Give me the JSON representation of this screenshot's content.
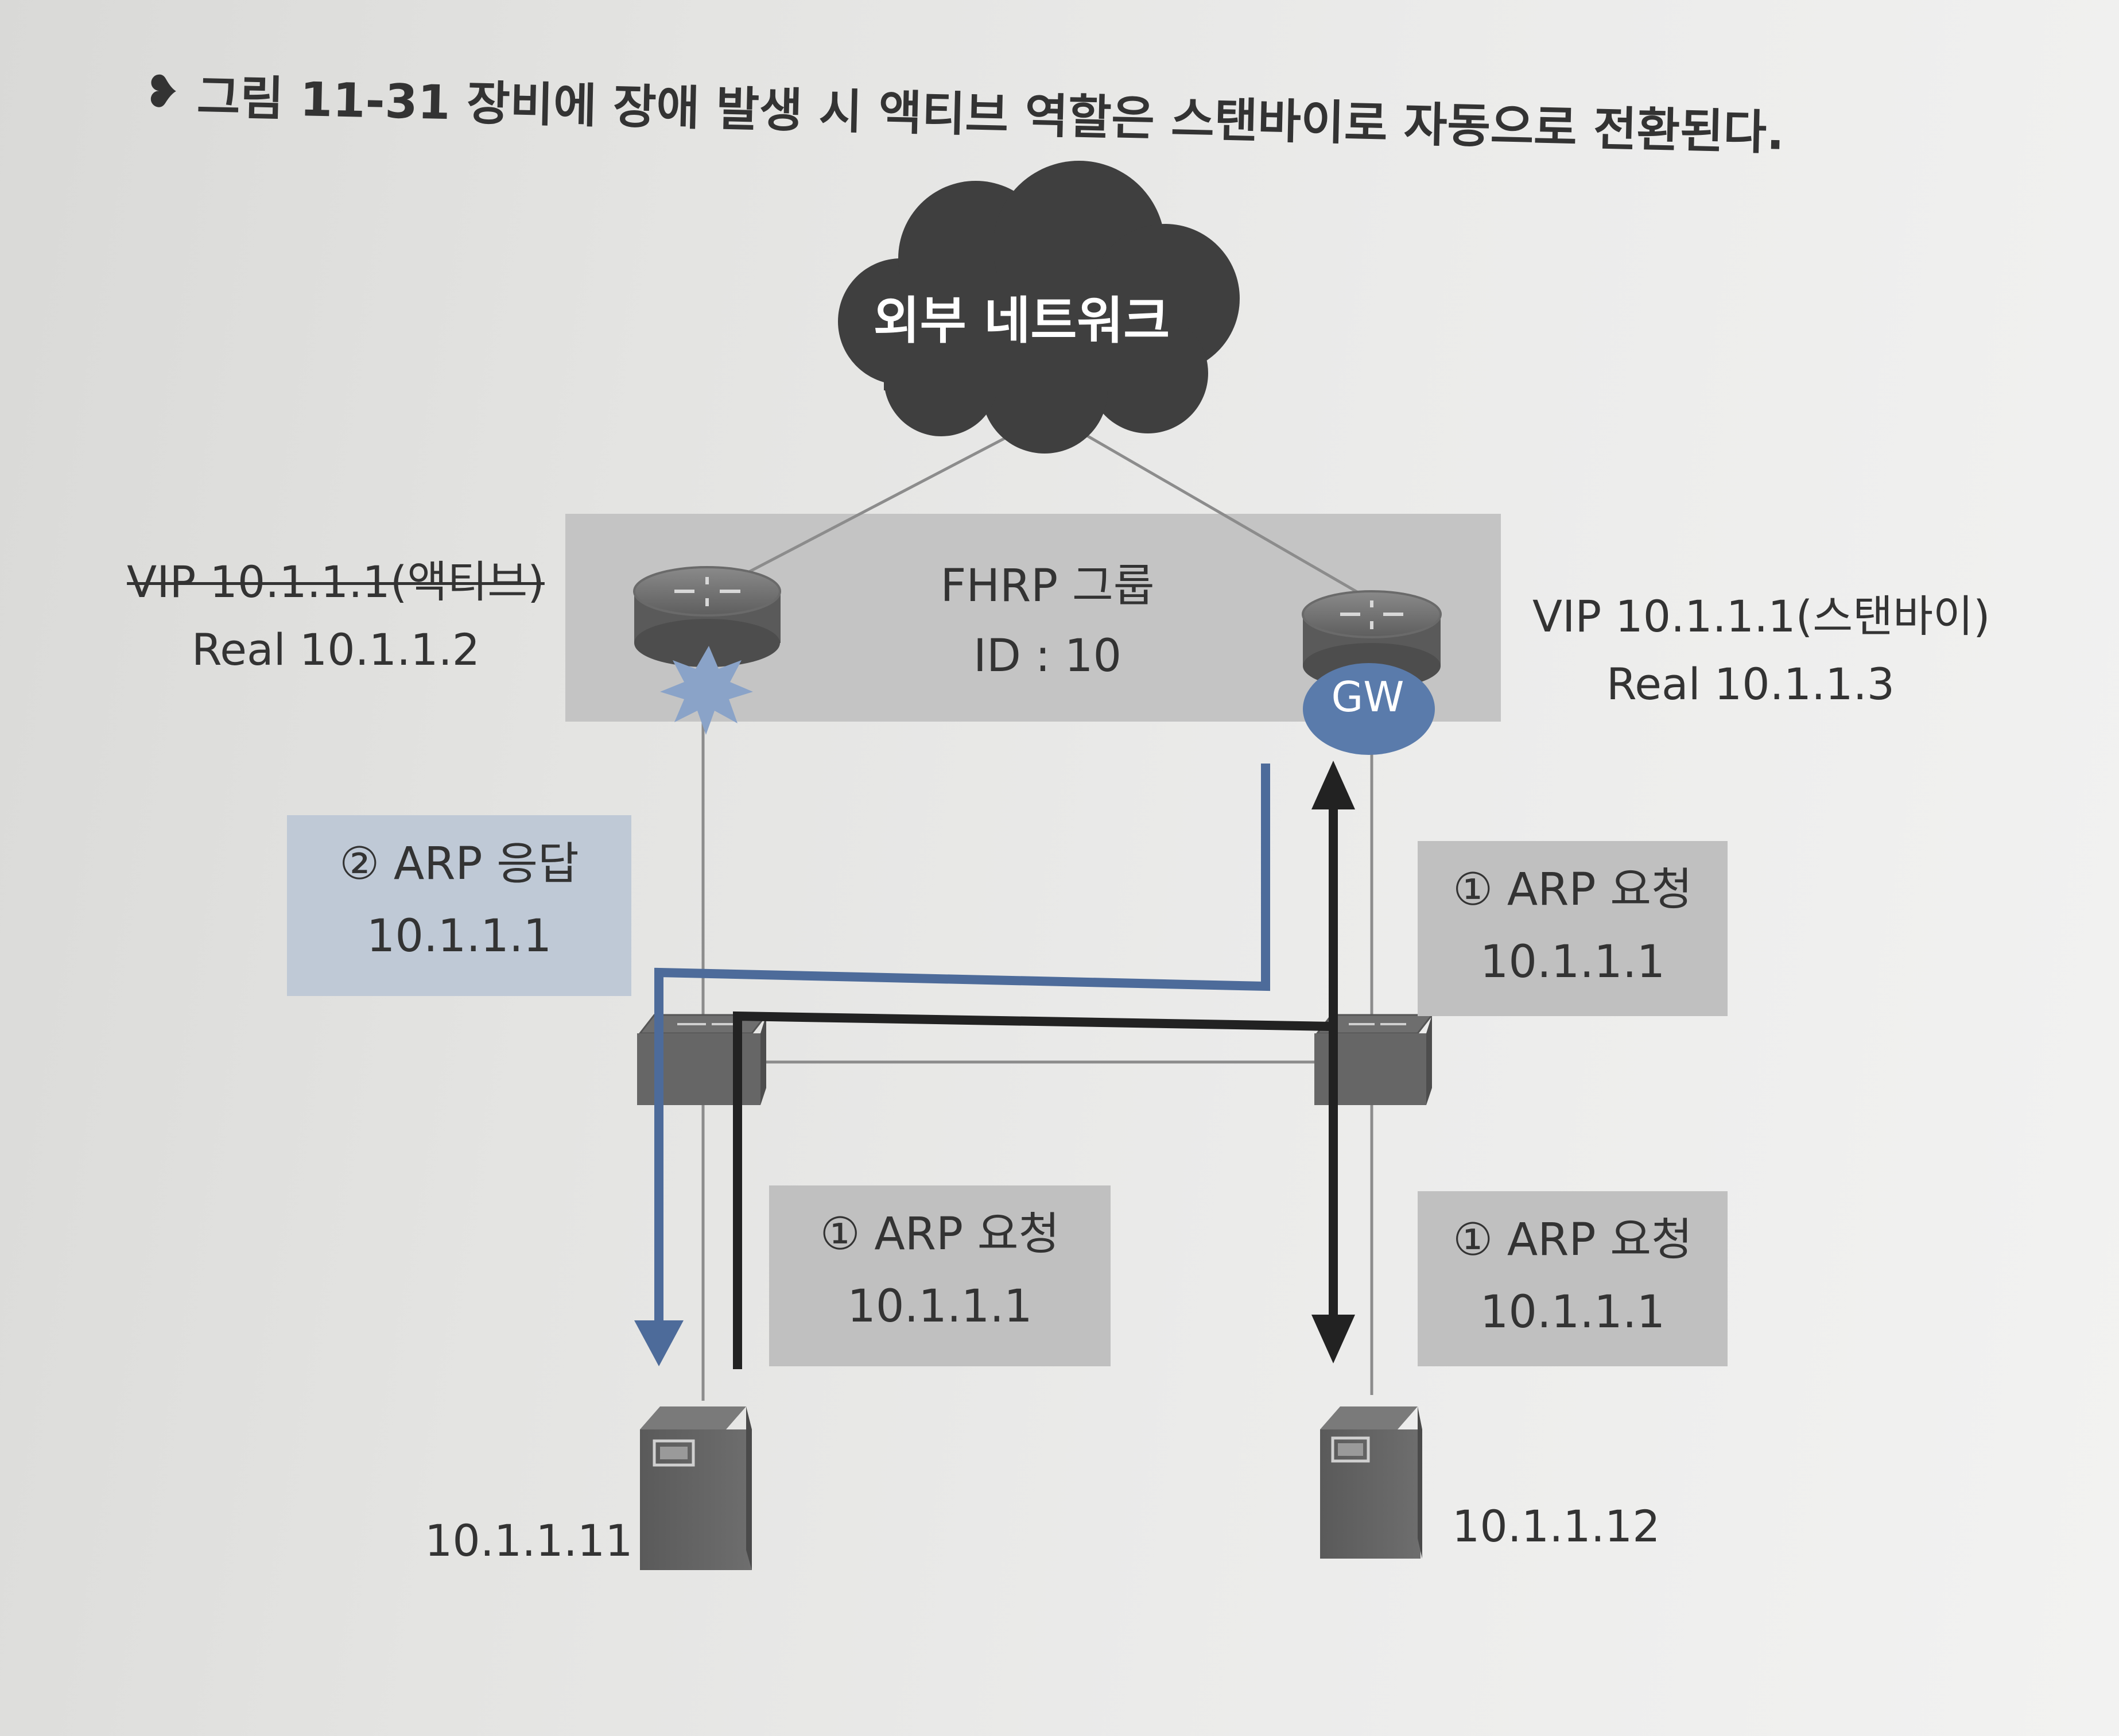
{
  "caption": {
    "icon": "heart-check-icon",
    "text": "그림 11-31 장비에 장애 발생 시 액티브 역할은 스탠바이로 자동으로 전환된다."
  },
  "cloud": {
    "label": "외부 네트워크"
  },
  "fhrp_group": {
    "line1": "FHRP 그룹",
    "line2": "ID : 10"
  },
  "router_left": {
    "vip": "VIP 10.1.1.1(액티브)",
    "real": "Real 10.1.1.2",
    "status": "failed"
  },
  "router_right": {
    "vip": "VIP 10.1.1.1(스탠바이)",
    "real": "Real 10.1.1.3",
    "badge": "GW"
  },
  "boxes": {
    "arp_reply": {
      "line1": "② ARP 응답",
      "line2": "10.1.1.1"
    },
    "arp_request_right_top": {
      "line1": "① ARP 요청",
      "line2": "10.1.1.1"
    },
    "arp_request_middle": {
      "line1": "① ARP 요청",
      "line2": "10.1.1.1"
    },
    "arp_request_right_bottom": {
      "line1": "① ARP 요청",
      "line2": "10.1.1.1"
    }
  },
  "hosts": {
    "left": "10.1.1.11",
    "right": "10.1.1.12"
  },
  "colors": {
    "reply_path": "#4d6b9a",
    "request_path": "#222222",
    "group_box": "#c4c4c4",
    "gw_badge": "#5a7bab",
    "cloud": "#404040"
  }
}
